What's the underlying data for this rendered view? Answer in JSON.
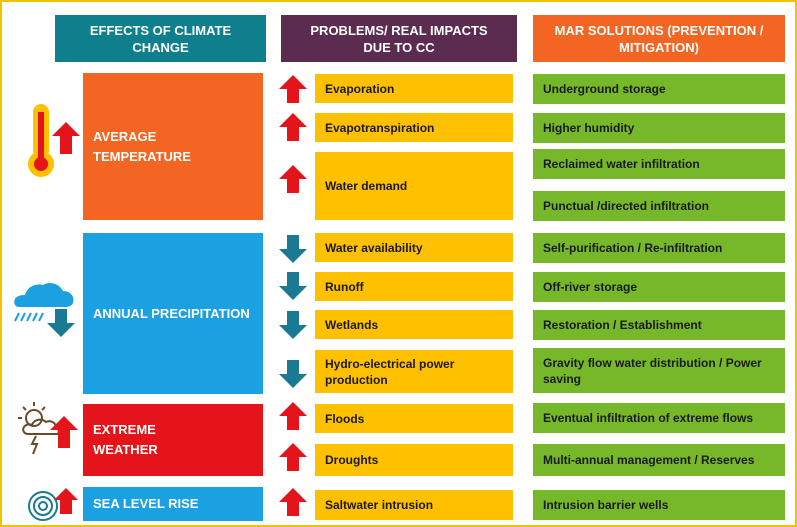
{
  "headers": {
    "effects": "EFFECTS OF CLIMATE CHANGE",
    "problems": "PROBLEMS/ REAL IMPACTS DUE TO CC",
    "solutions": "MAR SOLUTIONS (PREVENTION / MITIGATION)"
  },
  "effects": [
    {
      "label": "AVERAGE TEMPERATURE",
      "color": "#f26522",
      "icon": "thermometer-up-icon"
    },
    {
      "label": "ANNUAL PRECIPITATION",
      "color": "#1ba1e2",
      "icon": "rain-cloud-down-icon"
    },
    {
      "label": "EXTREME WEATHER",
      "color": "#e3151a",
      "icon": "storm-up-icon"
    },
    {
      "label": "SEA LEVEL RISE",
      "color": "#1ba1e2",
      "icon": "wave-up-icon"
    }
  ],
  "problems": [
    {
      "label": "Evaporation",
      "direction": "up"
    },
    {
      "label": "Evapotranspiration",
      "direction": "up"
    },
    {
      "label": "Water demand",
      "direction": "up"
    },
    {
      "label": "Water availability",
      "direction": "down"
    },
    {
      "label": "Runoff",
      "direction": "down"
    },
    {
      "label": "Wetlands",
      "direction": "down"
    },
    {
      "label": "Hydro-electrical power production",
      "direction": "down"
    },
    {
      "label": "Floods",
      "direction": "up"
    },
    {
      "label": "Droughts",
      "direction": "up"
    },
    {
      "label": "Saltwater intrusion",
      "direction": "up"
    }
  ],
  "solutions": [
    "Underground storage",
    "Higher humidity",
    "Reclaimed water infiltration",
    "Punctual /directed infiltration",
    "Self-purification / Re-infiltration",
    "Off-river storage",
    "Restoration / Establishment",
    "Gravity flow water distribution / Power saving",
    "Eventual infiltration of extreme flows",
    "Multi-annual management / Reserves",
    "Intrusion barrier wells"
  ],
  "colors": {
    "header_effects": "#0f7f8e",
    "header_problems": "#5b2c4f",
    "header_solutions": "#f26522",
    "problem_box": "#ffc000",
    "solution_box": "#76b82a",
    "arrow_up": "#e3151a",
    "arrow_down": "#1a7a93",
    "frame": "#f2c200"
  }
}
